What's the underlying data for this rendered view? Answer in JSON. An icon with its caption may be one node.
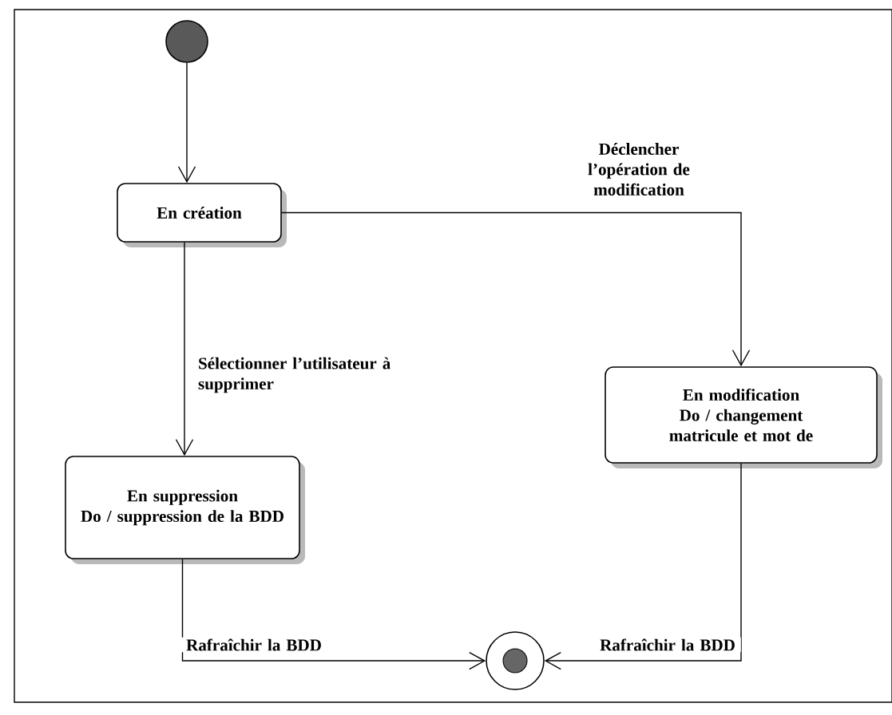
{
  "diagram": {
    "nodes": [
      {
        "text": [],
        "shape": "circle"
      },
      {
        "text": [
          "En création"
        ]
      },
      {
        "text": [
          "En suppression",
          "Do / suppression de la BDD"
        ]
      },
      {
        "text": [
          "En modification",
          "Do / changement matricule et mot de"
        ]
      },
      {
        "text": [],
        "shape": "bullseye"
      }
    ],
    "edges": [
      {
        "from": 0,
        "to": 1,
        "arrow": "to"
      },
      {
        "from": 1,
        "to": 3,
        "arrow": "to",
        "label": "Déclencher l’opération de modification"
      },
      {
        "from": 1,
        "to": 2,
        "arrow": "to",
        "label": "Sélectionner l’utilisateur à supprimer"
      },
      {
        "from": 2,
        "to": 4,
        "arrow": "to",
        "label": "Rafraîchir la BDD"
      },
      {
        "from": 3,
        "to": 4,
        "arrow": "to",
        "label": "Rafraîchir la BDD"
      }
    ]
  }
}
